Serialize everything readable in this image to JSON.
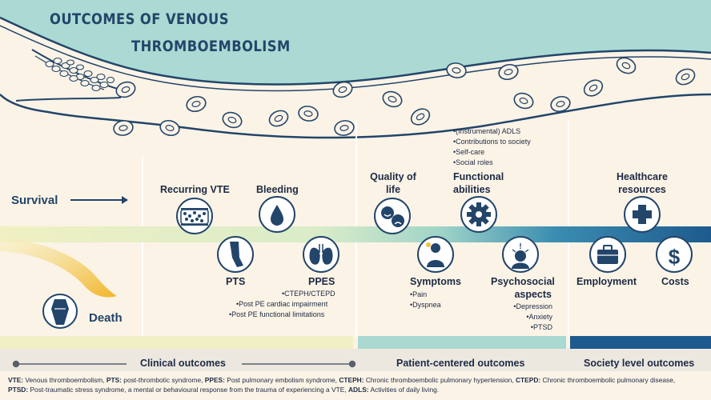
{
  "title": {
    "line1": "OUTCOMES OF VENOUS",
    "line2": "THROMBOEMBOLISM"
  },
  "survival": {
    "label": "Survival"
  },
  "death": {
    "label": "Death"
  },
  "clinical": {
    "recurring_vte": "Recurring VTE",
    "bleeding": "Bleeding",
    "pts": "PTS",
    "ppes": "PPES",
    "ppes_items": [
      "•CTEPH/CTEPD",
      "•Post PE cardiac impairment",
      "•Post PE functional limitations"
    ]
  },
  "patient": {
    "quality_of_life": [
      "Quality of",
      "life"
    ],
    "functional_abilities": [
      "Functional",
      "abilities"
    ],
    "functional_items": [
      "•(Instrumental) ADLS",
      "•Contributions to society",
      "•Self-care",
      "•Social roles"
    ],
    "symptoms": "Symptoms",
    "symptoms_items": [
      "•Pain",
      "•Dyspnea"
    ],
    "psychosocial": [
      "Psychosocial",
      "aspects"
    ],
    "psychosocial_items": [
      "•Depression",
      "•Anxiety",
      "•PTSD"
    ]
  },
  "society": {
    "healthcare": [
      "Healthcare",
      "resources"
    ],
    "employment": "Employment",
    "costs": "Costs"
  },
  "categories": {
    "clinical": "Clinical outcomes",
    "patient": "Patient-centered outcomes",
    "society": "Society level outcomes"
  },
  "footnote": [
    {
      "abbr": "VTE:",
      "text": " Venous thromboembolism, "
    },
    {
      "abbr": "PTS:",
      "text": " post-thrombotic syndrome, "
    },
    {
      "abbr": "PPES:",
      "text": " Post pulmonary embolism syndrome, "
    },
    {
      "abbr": "CTEPH:",
      "text": " Chronic thromboembolic pulmonary hypertension, "
    },
    {
      "abbr": "CTEPD:",
      "text": " Chronic thromboembolic pulmonary disease, "
    },
    {
      "abbr": "PTSD:",
      "text": " Post-traumatic stress syndrome, a mental or behavioural response from the trauma of experiencing a VTE, "
    },
    {
      "abbr": "ADLS:",
      "text": " Activities of daily living."
    }
  ],
  "colors": {
    "navy": "#23456a",
    "teal": "#aadad3",
    "yellow_band": "#f1efc6",
    "mint_band": "#a9d9d0",
    "blue_band": "#1e5a8e",
    "gold": "#f2c33c",
    "cream": "#fbf3e6"
  }
}
